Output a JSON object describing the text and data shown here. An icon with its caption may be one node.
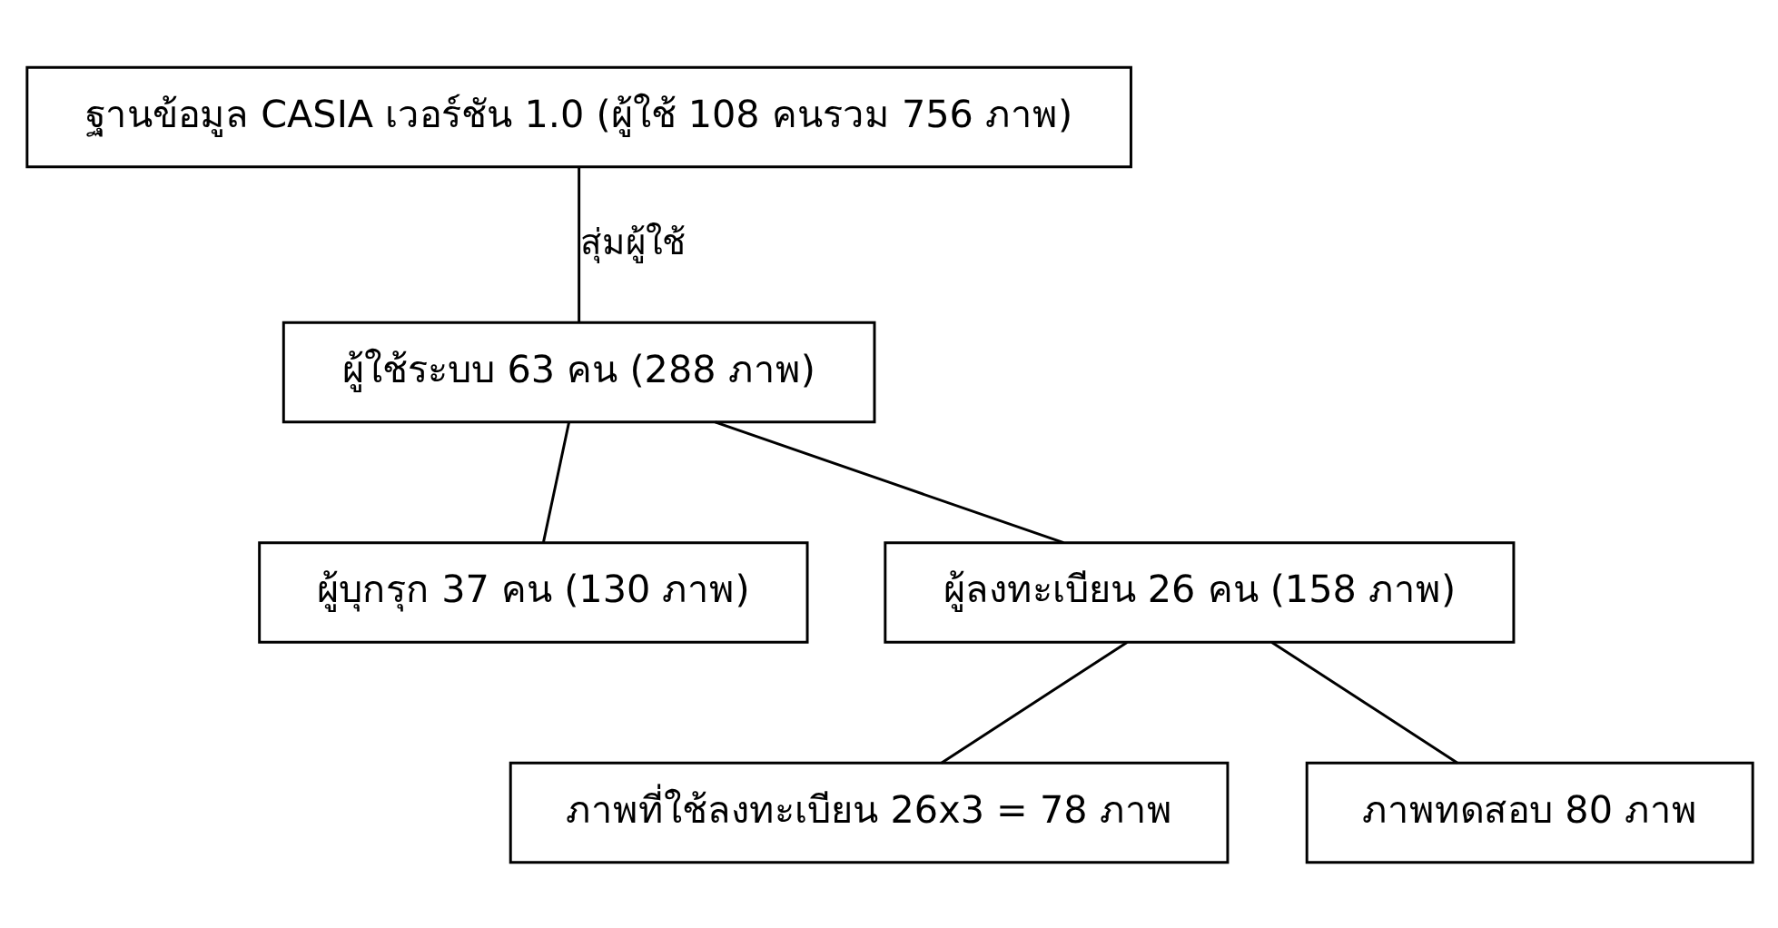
{
  "diagram": {
    "nodes": [
      {
        "text": [
          "ฐานข้อมูล CASIA เวอร์ชัน 1.0 (ผู้ใช้ 108 คนรวม 756 ภาพ)"
        ]
      },
      {
        "text": [
          "ผู้ใช้ระบบ 63 คน (288 ภาพ)"
        ]
      },
      {
        "text": [
          "ผู้บุกรุก 37 คน (130 ภาพ)"
        ]
      },
      {
        "text": [
          "ผู้ลงทะเบียน 26 คน (158 ภาพ)"
        ]
      },
      {
        "text": [
          "ภาพที่ใช้ลงทะเบียน 26x3 = 78 ภาพ"
        ]
      },
      {
        "text": [
          "ภาพทดสอบ 80 ภาพ"
        ]
      }
    ],
    "edges": [
      {
        "from": 0,
        "to": 1,
        "arrow": "none",
        "label": "สุ่มผู้ใช้"
      },
      {
        "from": 1,
        "to": 2,
        "arrow": "none"
      },
      {
        "from": 1,
        "to": 3,
        "arrow": "none"
      },
      {
        "from": 3,
        "to": 4,
        "arrow": "none"
      },
      {
        "from": 3,
        "to": 5,
        "arrow": "none"
      }
    ]
  }
}
